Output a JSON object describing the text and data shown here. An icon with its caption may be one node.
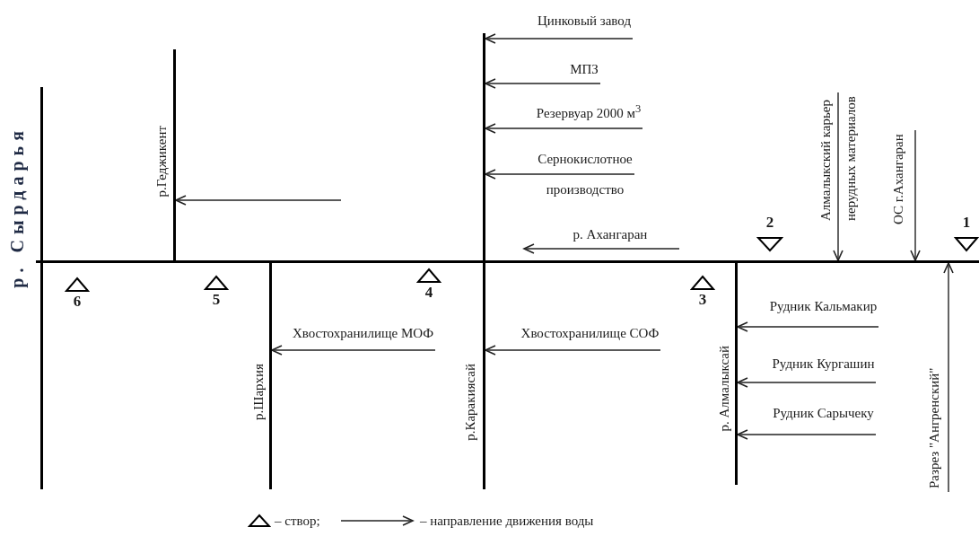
{
  "diagram": {
    "nodes": [
      {
        "text": [
          "р. Сырдарья"
        ]
      },
      {
        "text": [
          "р.Геджикент"
        ]
      },
      {
        "text": [
          "Цинковый завод"
        ]
      },
      {
        "text": [
          "МПЗ"
        ]
      },
      {
        "text": [
          "Резервуар 2000 м$^{3}$"
        ]
      },
      {
        "text": [
          "Сернокислотное производство"
        ]
      },
      {
        "text": [],
        "shape": "bar"
      },
      {
        "text": [
          "2"
        ]
      },
      {
        "text": [
          "Алмалыкский карьер нерудных материалов"
        ]
      },
      {
        "text": [
          "ОС г.Ахангаран"
        ]
      },
      {
        "text": [
          "1"
        ]
      },
      {
        "text": [
          "6"
        ]
      },
      {
        "text": [
          "5"
        ]
      },
      {
        "text": [
          "4"
        ]
      },
      {
        "text": [
          "3"
        ]
      },
      {
        "text": [
          "Хвостохранилище МОФ"
        ]
      },
      {
        "text": [
          "Хвостохранилище СОФ"
        ]
      },
      {
        "text": [
          "р.Шархия"
        ]
      },
      {
        "text": [
          "р.Каракиясай"
        ]
      },
      {
        "text": [
          "р. Алмалыксай"
        ]
      },
      {
        "text": [
          "Рудник Кальмакир"
        ]
      },
      {
        "text": [
          "Рудник Кургашин"
        ]
      },
      {
        "text": [
          "Рудник Сарычеку"
        ]
      },
      {
        "text": [
          "Разрез \"Ангренский\""
        ]
      }
    ],
    "edges": [
      {
        "from": null,
        "to": 1,
        "arrow": "to"
      },
      {
        "from": 2,
        "to": 18,
        "arrow": "to"
      },
      {
        "from": 3,
        "to": 18,
        "arrow": "to"
      },
      {
        "from": 4,
        "to": 18,
        "arrow": "to"
      },
      {
        "from": 5,
        "to": 18,
        "arrow": "to"
      },
      {
        "from": 8,
        "to": 6,
        "arrow": "to"
      },
      {
        "from": 9,
        "to": 6,
        "arrow": "to"
      },
      {
        "from": 15,
        "to": 17,
        "arrow": "to"
      },
      {
        "from": 16,
        "to": 18,
        "arrow": "to"
      },
      {
        "from": 20,
        "to": 19,
        "arrow": "to"
      },
      {
        "from": 21,
        "to": 19,
        "arrow": "to"
      },
      {
        "from": 22,
        "to": 19,
        "arrow": "to"
      },
      {
        "from": 23,
        "to": 6,
        "arrow": "to"
      }
    ],
    "labels": [
      "р. Ахангаран"
    ],
    "legend": [
      {
        "text": "– створ;"
      },
      {
        "text": "– направление движения воды"
      }
    ]
  }
}
